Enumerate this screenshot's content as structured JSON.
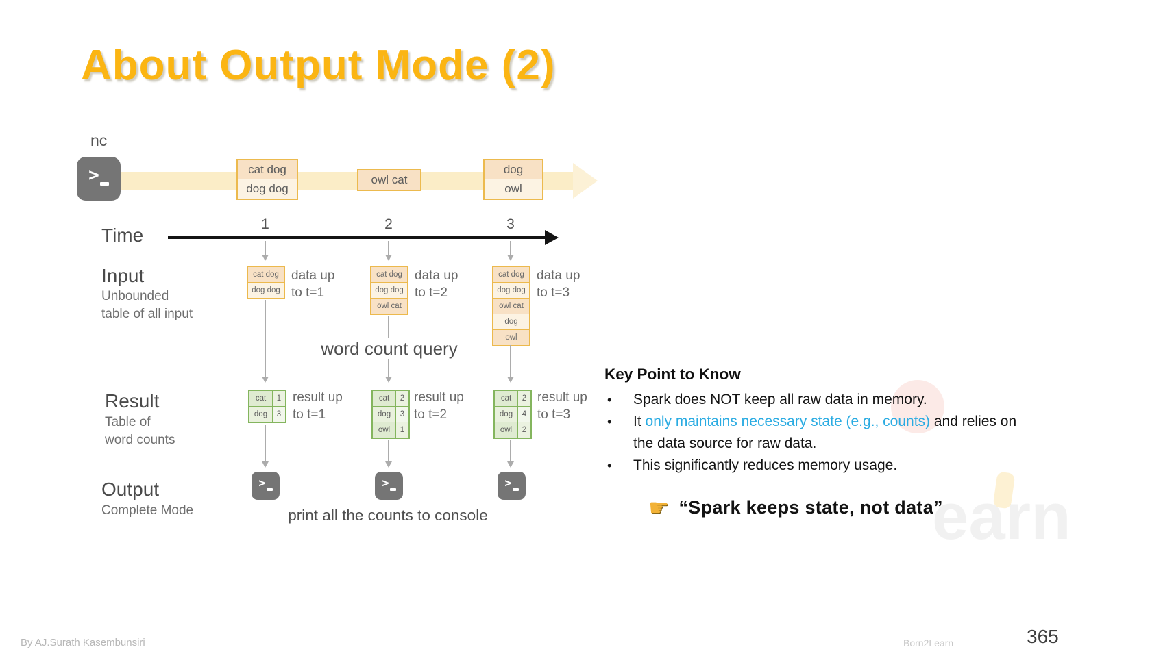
{
  "title": "About Output Mode (2)",
  "colors": {
    "title_yellow": "#FBB513",
    "stream_band": "#FBEDC7",
    "input_border": "#ECB94D",
    "result_border": "#84B55E",
    "highlight_blue": "#29ABE2",
    "terminal_gray": "#757575"
  },
  "icons": {
    "terminal": "terminal-icon",
    "pointing_hand": "pointing-hand-icon"
  },
  "stream": {
    "source_label": "nc",
    "batches": [
      {
        "rows": [
          "cat dog",
          "dog dog"
        ]
      },
      {
        "rows": [
          "owl cat"
        ]
      },
      {
        "rows": [
          "dog",
          "owl"
        ]
      }
    ]
  },
  "timeline": {
    "label": "Time",
    "ticks": [
      "1",
      "2",
      "3"
    ]
  },
  "input": {
    "label": "Input",
    "sublabel": "Unbounded\ntable of all input",
    "columns": [
      {
        "rows": [
          "cat dog",
          "dog dog"
        ],
        "caption": "data up\nto t=1"
      },
      {
        "rows": [
          "cat dog",
          "dog dog",
          "owl cat"
        ],
        "caption": "data up\nto t=2"
      },
      {
        "rows": [
          "cat dog",
          "dog dog",
          "owl cat",
          "dog",
          "owl"
        ],
        "caption": "data up\nto t=3"
      }
    ]
  },
  "query_label": "word count query",
  "result": {
    "label": "Result",
    "sublabel": "Table of\nword counts",
    "tables": [
      {
        "rows": [
          [
            "cat",
            "1"
          ],
          [
            "dog",
            "3"
          ]
        ],
        "caption": "result up\nto t=1"
      },
      {
        "rows": [
          [
            "cat",
            "2"
          ],
          [
            "dog",
            "3"
          ],
          [
            "owl",
            "1"
          ]
        ],
        "caption": "result up\nto t=2"
      },
      {
        "rows": [
          [
            "cat",
            "2"
          ],
          [
            "dog",
            "4"
          ],
          [
            "owl",
            "2"
          ]
        ],
        "caption": "result up\nto t=3"
      }
    ]
  },
  "output": {
    "label": "Output",
    "sublabel": "Complete Mode",
    "caption": "print all the counts to console"
  },
  "key_points": {
    "heading": "Key Point to Know",
    "bullet_glyph": "•",
    "bullets": [
      {
        "pre": "Spark does NOT keep all raw data in memory.",
        "highlight": "",
        "post": ""
      },
      {
        "pre": "It ",
        "highlight": "only maintains necessary state (e.g., counts)",
        "post": " and relies on the data source for raw data."
      },
      {
        "pre": "This significantly reduces memory usage.",
        "highlight": "",
        "post": ""
      }
    ],
    "quote": "“Spark keeps state, not data”"
  },
  "watermark": {
    "text": "earn"
  },
  "footer": {
    "author": "By AJ.Surath Kasembunsiri",
    "brand": "Born2Learn",
    "page_number": "365"
  }
}
